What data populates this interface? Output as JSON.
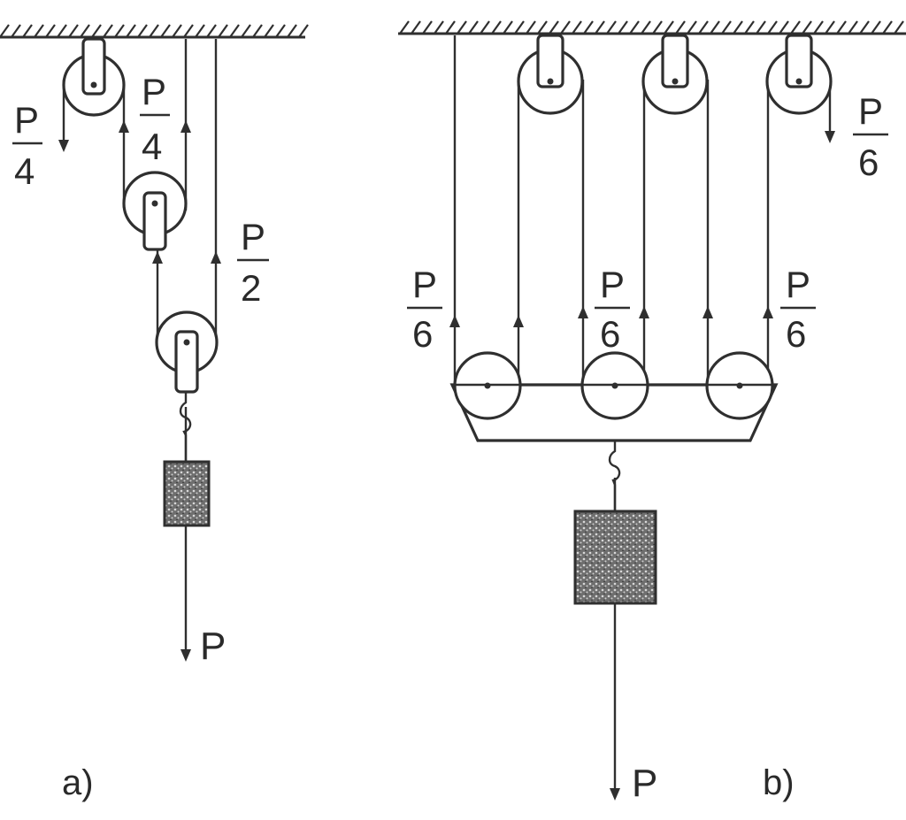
{
  "figure_a": {
    "caption": "a)",
    "labels": {
      "left_top": {
        "num": "P",
        "den": "4"
      },
      "mid_top": {
        "num": "P",
        "den": "4"
      },
      "right_mid": {
        "num": "P",
        "den": "2"
      },
      "load": "P"
    }
  },
  "figure_b": {
    "caption": "b)",
    "labels": {
      "top_right": {
        "num": "P",
        "den": "6"
      },
      "left": {
        "num": "P",
        "den": "6"
      },
      "center": {
        "num": "P",
        "den": "6"
      },
      "right": {
        "num": "P",
        "den": "6"
      },
      "load": "P"
    }
  }
}
